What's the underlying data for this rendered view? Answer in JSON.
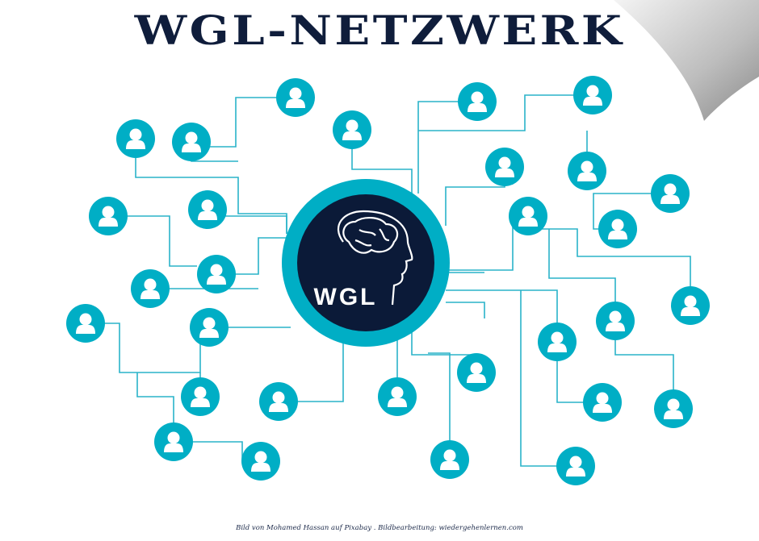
{
  "title": "WGL-NETZWERK",
  "logo_text": "WGL",
  "footer": "Bild von Mohamed Hassan auf Pixabay  . Bildbearbeitung: wiedergehenlernen.com",
  "colors": {
    "teal": "#00aec5",
    "navy": "#0b1a38",
    "line": "#2ab3c9"
  },
  "icons": {
    "node": "person-icon",
    "center": "brain-head-icon"
  }
}
